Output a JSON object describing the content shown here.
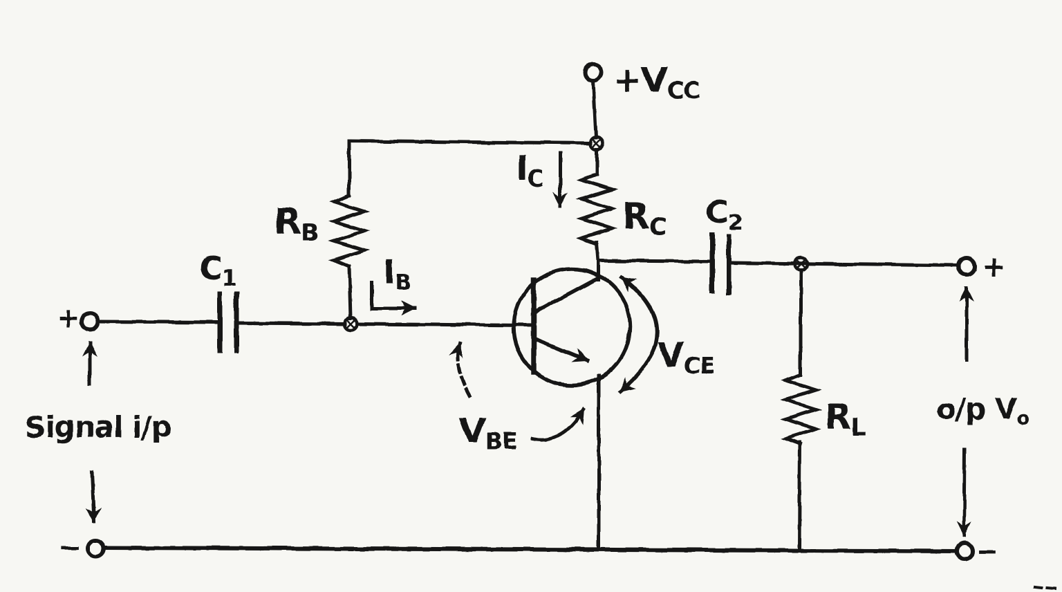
{
  "diagram": {
    "colors": {
      "ink": "#161616",
      "paper": "#f7f7f3"
    },
    "labels": {
      "supply": {
        "main": "+V",
        "sub": "CC"
      },
      "collector_current": {
        "main": "I",
        "sub": "C"
      },
      "base_current": {
        "main": "I",
        "sub": "B"
      },
      "base_resistor": {
        "main": "R",
        "sub": "B"
      },
      "collector_resistor": {
        "main": "R",
        "sub": "C"
      },
      "load_resistor": {
        "main": "R",
        "sub": "L"
      },
      "input_capacitor": {
        "main": "C",
        "sub": "1"
      },
      "output_capacitor": {
        "main": "C",
        "sub": "2"
      },
      "base_emitter_voltage": {
        "main": "V",
        "sub": "BE"
      },
      "collector_emitter_voltage": {
        "main": "V",
        "sub": "CE"
      },
      "signal_input": "Signal i/p",
      "output_voltage": {
        "main": "o/p V",
        "sub": "o"
      },
      "input_plus": "+",
      "input_minus": "−",
      "output_plus": "+",
      "output_minus": "−"
    }
  }
}
